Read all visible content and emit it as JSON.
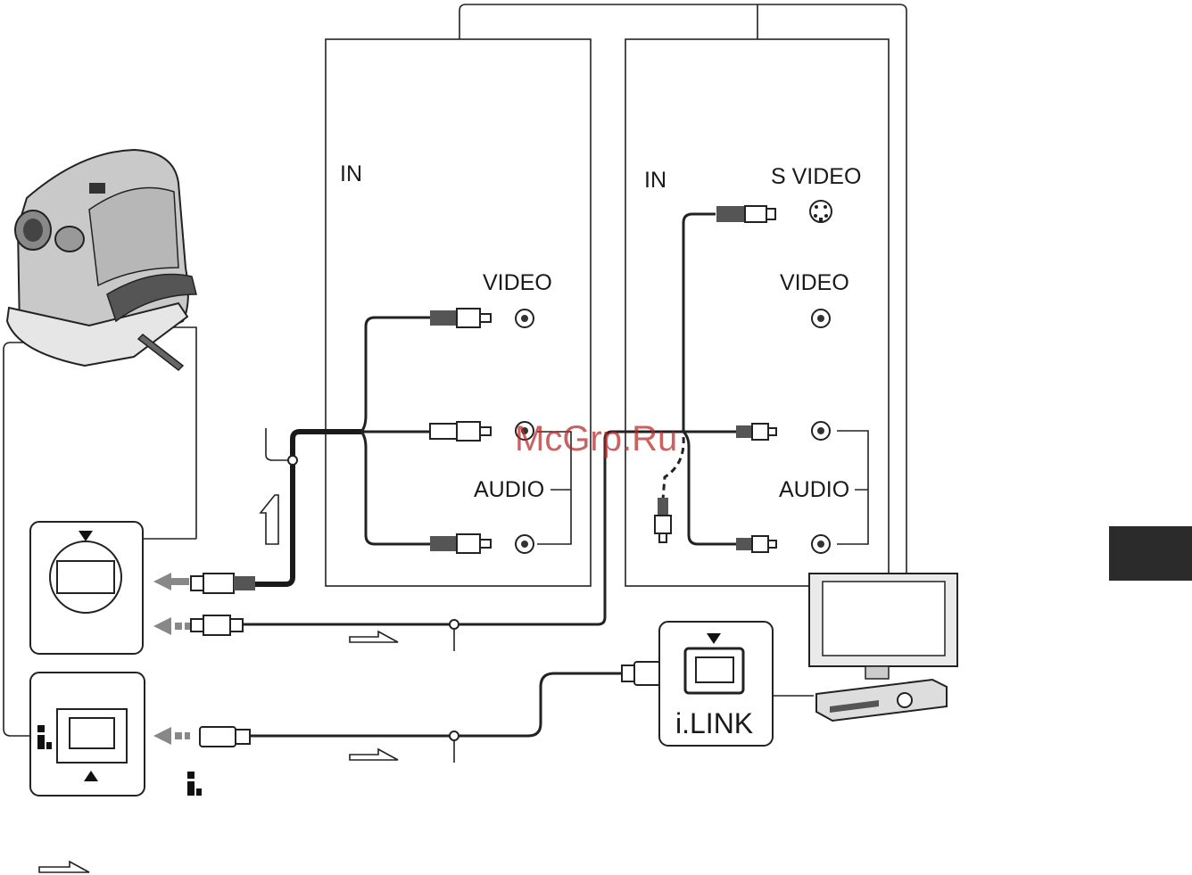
{
  "panels": {
    "vcr": {
      "in_label": "IN",
      "video_label": "VIDEO",
      "audio_label": "AUDIO"
    },
    "tv": {
      "in_label": "IN",
      "svideo_label": "S VIDEO",
      "video_label": "VIDEO",
      "audio_label": "AUDIO"
    }
  },
  "ilink": {
    "label": "i.LINK"
  },
  "watermark": "McGrp.Ru"
}
